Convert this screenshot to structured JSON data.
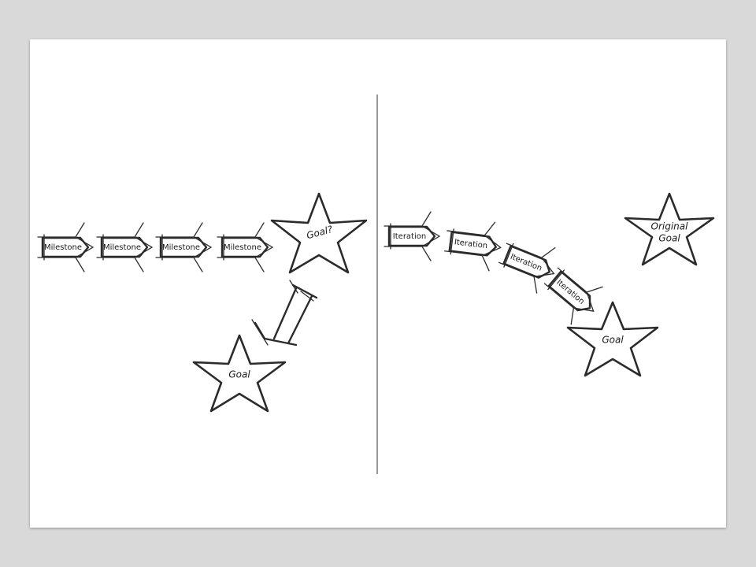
{
  "left_panel": {
    "milestones": [
      {
        "label": "Milestone"
      },
      {
        "label": "Milestone"
      },
      {
        "label": "Milestone"
      },
      {
        "label": "Milestone"
      }
    ],
    "assumed_goal": {
      "label": "Goal?"
    },
    "actual_goal": {
      "label": "Goal"
    }
  },
  "right_panel": {
    "iterations": [
      {
        "label": "Iteration"
      },
      {
        "label": "Iteration"
      },
      {
        "label": "Iteration"
      },
      {
        "label": "Iteration"
      }
    ],
    "original_goal": {
      "line1": "Original",
      "line2": "Goal"
    },
    "reached_goal": {
      "label": "Goal"
    }
  },
  "colors": {
    "background": "#d9d9d9",
    "slide": "#ffffff",
    "ink": "#2b2b2b"
  }
}
